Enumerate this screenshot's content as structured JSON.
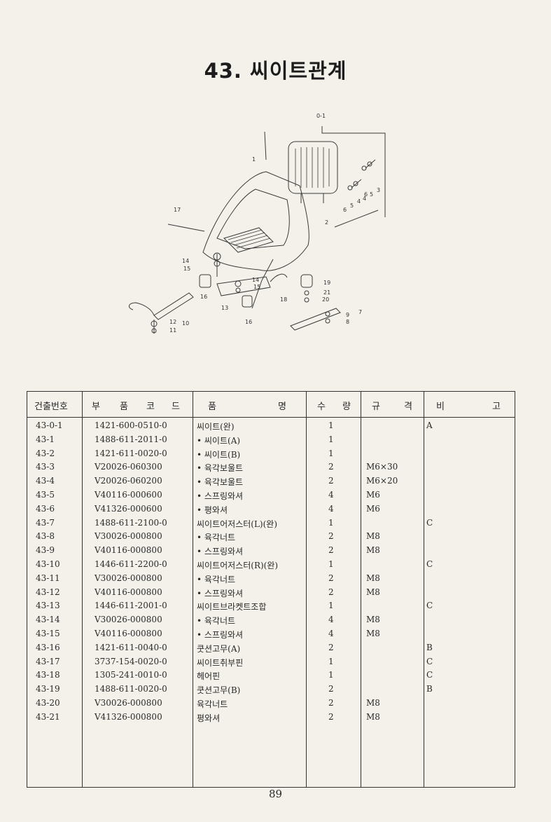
{
  "page": {
    "title": "43. 씨이트관계",
    "page_number": "89"
  },
  "diagram": {
    "labels": [
      "0-1",
      "1",
      "2",
      "3",
      "4",
      "5",
      "6",
      "6",
      "5",
      "4",
      "7",
      "8",
      "9",
      "10",
      "11",
      "12",
      "13",
      "14",
      "15",
      "14",
      "15",
      "16",
      "16",
      "17",
      "18",
      "19",
      "20",
      "21"
    ]
  },
  "table": {
    "headers": {
      "no": "건출번호",
      "code": [
        "부",
        "품",
        "코",
        "드"
      ],
      "name": [
        "품",
        "명"
      ],
      "qty": [
        "수",
        "량"
      ],
      "spec": [
        "규",
        "격"
      ],
      "note": [
        "비",
        "고"
      ]
    },
    "rows": [
      {
        "no": "43-0-1",
        "code": "1421-600-0510-0",
        "name": "씨이트(완)",
        "qty": "1",
        "spec": "",
        "note": "A"
      },
      {
        "no": "43-1",
        "code": "1488-611-2011-0",
        "name": "• 씨이트(A)",
        "qty": "1",
        "spec": "",
        "note": ""
      },
      {
        "no": "43-2",
        "code": "1421-611-0020-0",
        "name": "• 씨이트(B)",
        "qty": "1",
        "spec": "",
        "note": ""
      },
      {
        "no": "43-3",
        "code": "V20026-060300",
        "name": "• 육각보울트",
        "qty": "2",
        "spec": "M6×30",
        "note": ""
      },
      {
        "no": "43-4",
        "code": "V20026-060200",
        "name": "• 육각보울트",
        "qty": "2",
        "spec": "M6×20",
        "note": ""
      },
      {
        "no": "43-5",
        "code": "V40116-000600",
        "name": "• 스프링와셔",
        "qty": "4",
        "spec": "M6",
        "note": ""
      },
      {
        "no": "43-6",
        "code": "V41326-000600",
        "name": "• 평와셔",
        "qty": "4",
        "spec": "M6",
        "note": ""
      },
      {
        "no": "43-7",
        "code": "1488-611-2100-0",
        "name": "씨이트어저스터(L)(완)",
        "qty": "1",
        "spec": "",
        "note": "C"
      },
      {
        "no": "43-8",
        "code": "V30026-000800",
        "name": "• 육각너트",
        "qty": "2",
        "spec": "M8",
        "note": ""
      },
      {
        "no": "43-9",
        "code": "V40116-000800",
        "name": "• 스프링와셔",
        "qty": "2",
        "spec": "M8",
        "note": ""
      },
      {
        "no": "43-10",
        "code": "1446-611-2200-0",
        "name": "씨이트어저스터(R)(완)",
        "qty": "1",
        "spec": "",
        "note": "C"
      },
      {
        "no": "43-11",
        "code": "V30026-000800",
        "name": "• 육각너트",
        "qty": "2",
        "spec": "M8",
        "note": ""
      },
      {
        "no": "43-12",
        "code": "V40116-000800",
        "name": "• 스프링와셔",
        "qty": "2",
        "spec": "M8",
        "note": ""
      },
      {
        "no": "43-13",
        "code": "1446-611-2001-0",
        "name": "씨이트브라켓트조합",
        "qty": "1",
        "spec": "",
        "note": "C"
      },
      {
        "no": "43-14",
        "code": "V30026-000800",
        "name": "• 육각너트",
        "qty": "4",
        "spec": "M8",
        "note": ""
      },
      {
        "no": "43-15",
        "code": "V40116-000800",
        "name": "• 스프링와셔",
        "qty": "4",
        "spec": "M8",
        "note": ""
      },
      {
        "no": "43-16",
        "code": "1421-611-0040-0",
        "name": "쿳션고무(A)",
        "qty": "2",
        "spec": "",
        "note": "B"
      },
      {
        "no": "43-17",
        "code": "3737-154-0020-0",
        "name": "씨이트취부핀",
        "qty": "1",
        "spec": "",
        "note": "C"
      },
      {
        "no": "43-18",
        "code": "1305-241-0010-0",
        "name": "헤어핀",
        "qty": "1",
        "spec": "",
        "note": "C"
      },
      {
        "no": "43-19",
        "code": "1488-611-0020-0",
        "name": "쿳션고무(B)",
        "qty": "2",
        "spec": "",
        "note": "B"
      },
      {
        "no": "43-20",
        "code": "V30026-000800",
        "name": "육각너트",
        "qty": "2",
        "spec": "M8",
        "note": ""
      },
      {
        "no": "43-21",
        "code": "V41326-000800",
        "name": "평와셔",
        "qty": "2",
        "spec": "M8",
        "note": ""
      }
    ]
  }
}
